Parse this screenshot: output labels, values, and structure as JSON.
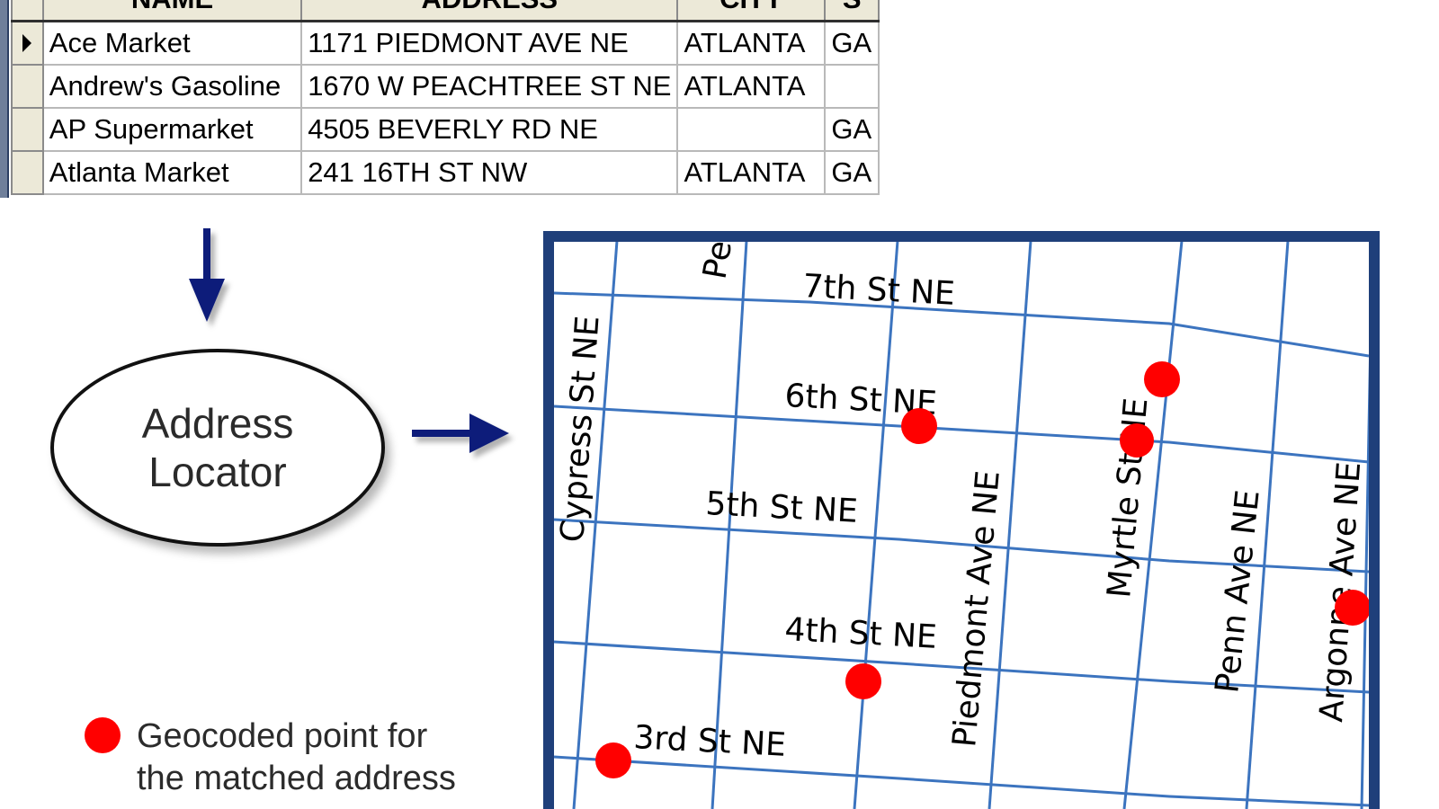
{
  "table": {
    "columns": [
      "NAME",
      "ADDRESS",
      "CITY",
      "S"
    ],
    "rows": [
      {
        "current": true,
        "name": "Ace Market",
        "address": "1171 PIEDMONT AVE NE",
        "city": "ATLANTA",
        "state": "GA"
      },
      {
        "current": false,
        "name": "Andrew's Gasoline",
        "address": "1670 W PEACHTREE ST NE",
        "city": "ATLANTA",
        "state": ""
      },
      {
        "current": false,
        "name": "AP Supermarket",
        "address": "4505 BEVERLY RD NE",
        "city": "",
        "state": "GA"
      },
      {
        "current": false,
        "name": "Atlanta Market",
        "address": "241 16TH ST NW",
        "city": "ATLANTA",
        "state": "GA"
      }
    ]
  },
  "locator": {
    "line1": "Address",
    "line2": "Locator"
  },
  "legend": {
    "line1": "Geocoded point for",
    "line2": "the matched address",
    "dot_color": "#ff0000"
  },
  "map": {
    "border_color": "#1f3f7a",
    "road_color": "#3c74bf",
    "point_color": "#ff0000",
    "streets": {
      "seventh": "7th St NE",
      "sixth": "6th St NE",
      "fifth": "5th St NE",
      "fourth": "4th St NE",
      "third": "3rd St NE",
      "cypress": "Cypress St NE",
      "piedmont": "Piedmont Ave NE",
      "myrtle": "Myrtle St NE",
      "penn": "Penn Ave NE",
      "argonne": "Argonne Ave NE",
      "partial": "Pe"
    }
  }
}
